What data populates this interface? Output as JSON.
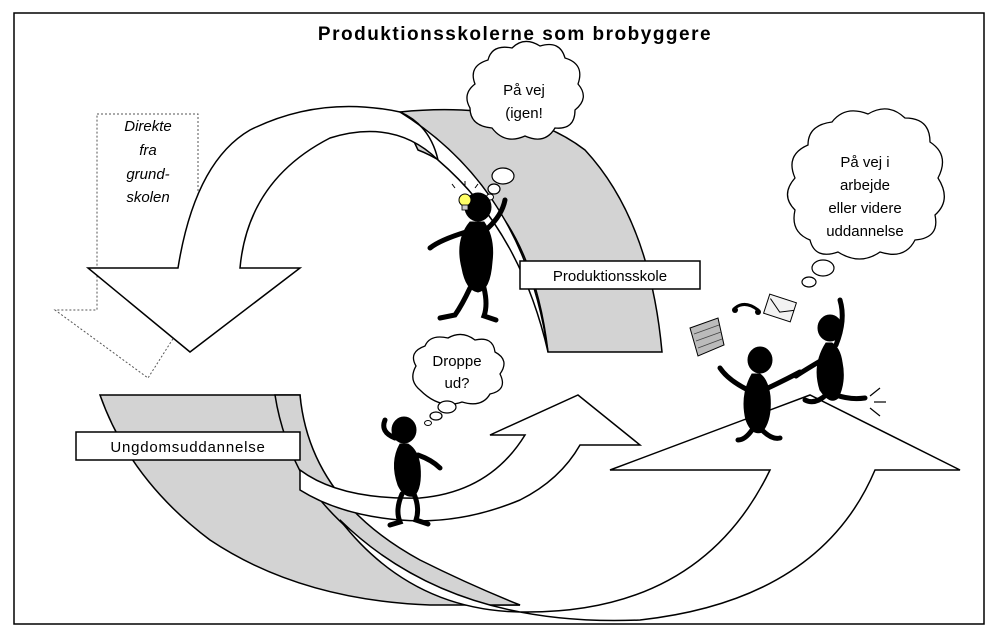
{
  "title": "Produktionsskolerne som brobyggere",
  "labels": {
    "produktionsskole": "Produktionsskole",
    "ungdomsuddannelse": "Ungdomsuddannelse"
  },
  "direkte": [
    "Direkte",
    "fra",
    "grund-",
    "skolen"
  ],
  "bubbles": {
    "paa_vej_igen": [
      "På vej",
      "(igen!"
    ],
    "droppe_ud": [
      "Droppe",
      "ud?"
    ],
    "paa_vej_arbejde": [
      "På vej i",
      "arbejde",
      "eller videre",
      "uddannelse"
    ]
  },
  "colors": {
    "band_fill": "#d3d3d3",
    "stroke": "#000000",
    "background": "#ffffff"
  },
  "icons": [
    "lightbulb-icon",
    "telephone-icon",
    "envelope-icon",
    "keyboard-icon"
  ]
}
